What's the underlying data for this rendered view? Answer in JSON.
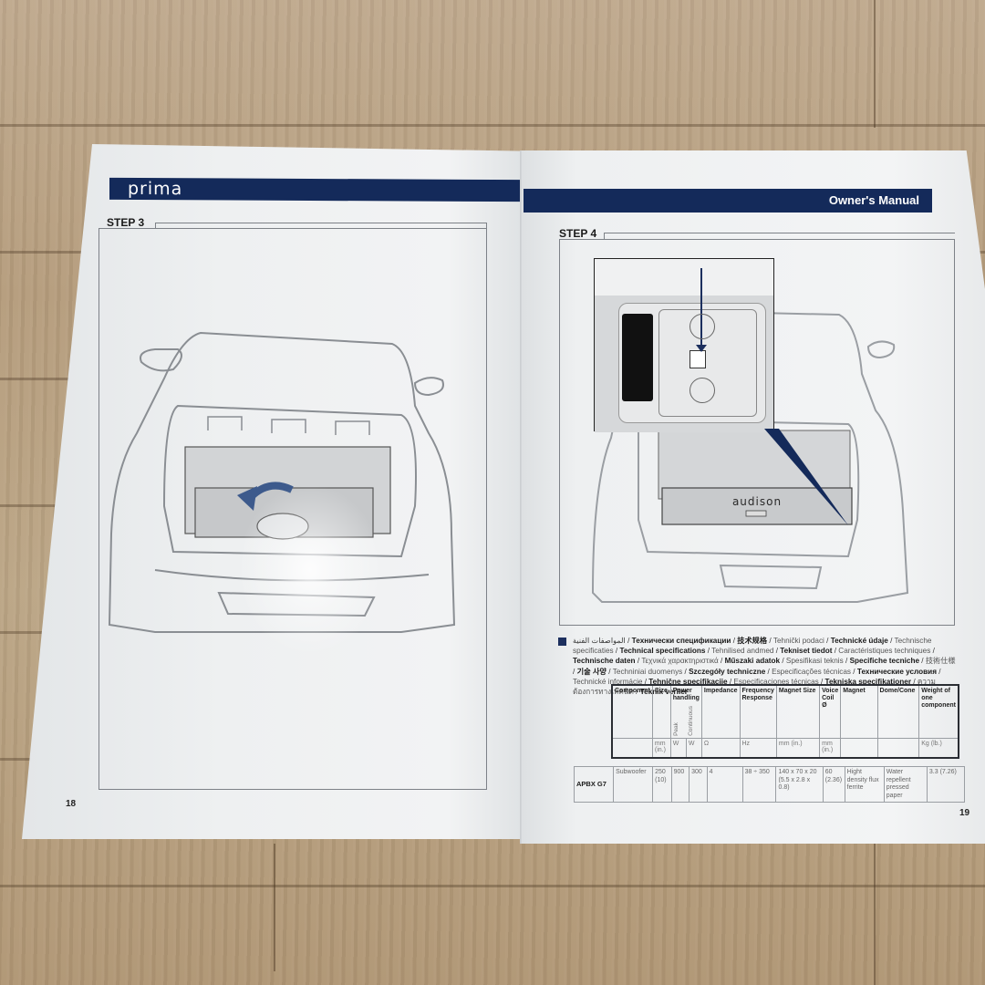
{
  "left_page": {
    "brand": "prima",
    "step_label": "STEP 3",
    "page_number": "18",
    "illustration": "car-trunk-subwoofer-install-arrow"
  },
  "right_page": {
    "header_title": "Owner's Manual",
    "step_label": "STEP 4",
    "page_number": "19",
    "illustration": "car-trunk-audison-subwoofer-connector-detail",
    "subwoofer_logo": "audison",
    "specs_heading_parts": [
      "المواصفات الفنية",
      "Технически спецификации",
      "技术规格",
      "Tehnički podaci",
      "Technické údaje",
      "Technische specificaties",
      "Technical specifications",
      "Tehnilised andmed",
      "Tekniset tiedot",
      "Caractéristiques techniques",
      "Technische daten",
      "Τεχνικά χαρακτηριστικά",
      "Műszaki adatok",
      "Spesifikasi teknis",
      "Specifiche tecniche",
      "技術仕様",
      "기술 사양",
      "Techniniai duomenys",
      "Szczegóły techniczne",
      "Especificações técnicas",
      "Технические условия",
      "Technické informácie",
      "Tehnične specifikacije",
      "Especificaciones técnicas",
      "Tekniska specifikationer",
      "ความต้องการทางเทคนิค",
      "Teknik veriler"
    ],
    "spec_table": {
      "headers": {
        "component": "Component",
        "size": "Size",
        "power_handling": "Power handling",
        "peak": "Peak",
        "continuous": "Continuous",
        "impedance": "Impedance",
        "frequency_response": "Frequency Response",
        "magnet_size": "Magnet Size",
        "voice_coil": "Voice Coil Ø",
        "magnet": "Magnet",
        "dome_cone": "Dome/Cone",
        "weight": "Weight of one component"
      },
      "units": {
        "size": "mm (in.)",
        "peak": "W",
        "continuous": "W",
        "impedance": "Ω",
        "frequency_response": "Hz",
        "magnet_size": "mm (in.)",
        "voice_coil": "mm (in.)",
        "weight": "Kg (lb.)"
      },
      "rows": [
        {
          "model": "APBX G7",
          "component": "Subwoofer",
          "size": "250 (10)",
          "peak": "900",
          "continuous": "300",
          "impedance": "4",
          "frequency_response": "38 ÷ 350",
          "magnet_size": "140 x 70 x 20 (5.5 x 2.8 x 0.8)",
          "voice_coil": "60 (2.36)",
          "magnet": "Hight density flux ferrite",
          "dome_cone": "Water repellent pressed paper",
          "weight": "3.3 (7.26)"
        }
      ]
    }
  },
  "colors": {
    "banner": "#142a5a",
    "page": "#eef0f1",
    "wood": "#b59d7e",
    "line_art": "#8a8e93"
  }
}
